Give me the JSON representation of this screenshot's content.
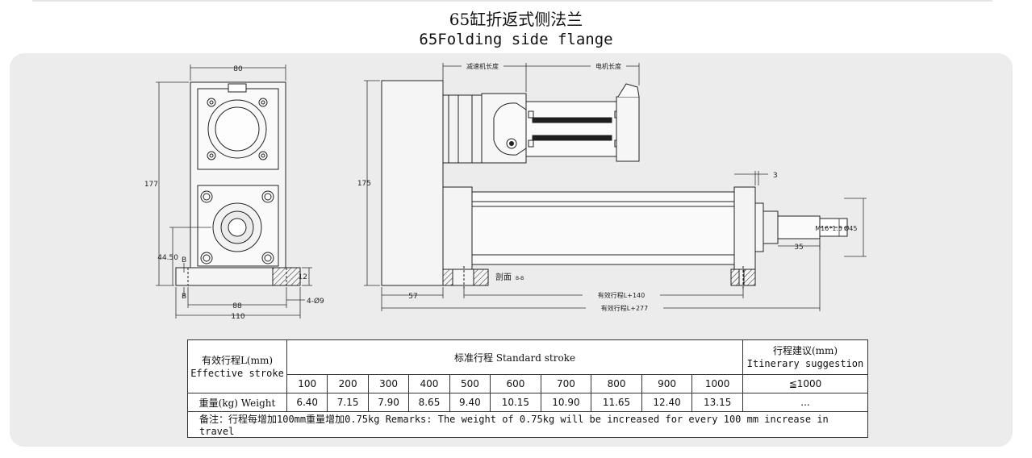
{
  "title": {
    "cn": "65缸折返式侧法兰",
    "en": "65Folding side flange"
  },
  "dims": {
    "front_width": "80",
    "front_height": "177",
    "flange_height": "44.50",
    "section_b_top": "B",
    "section_b_bottom": "B",
    "flange_thk": "12",
    "holes": "4-Ø9",
    "hole_pitch": "88",
    "flange_width": "110",
    "side_height": "175",
    "reducer_len": "减速机长度",
    "motor_len": "电机长度",
    "rod_offset": "3",
    "thread": "M16*1.5",
    "rod_dia": "Ø45",
    "rod_ext": "35",
    "base_len": "57",
    "section_label": "剖面",
    "section_mark": "B-B",
    "stroke_plus_140": "有效行程L+140",
    "stroke_plus_277": "有效行程L+277"
  },
  "table": {
    "col0_cn": "有效行程L(mm)",
    "col0_en": "Effective stroke",
    "std_label": "标准行程  Standard stroke",
    "sugg_cn": "行程建议(mm)",
    "sugg_en": "Itinerary suggestion",
    "strokes": [
      "100",
      "200",
      "300",
      "400",
      "500",
      "600",
      "700",
      "800",
      "900",
      "1000"
    ],
    "sugg_stroke": "≦1000",
    "weight_label": "重量(kg) Weight",
    "weights": [
      "6.40",
      "7.15",
      "7.90",
      "8.65",
      "9.40",
      "10.15",
      "10.90",
      "11.65",
      "12.40",
      "13.15"
    ],
    "sugg_weight": "...",
    "remark": "备注：行程每增加100mm重量增加0.75kg   Remarks: The weight of 0.75kg will be increased for every 100 mm increase in travel"
  }
}
